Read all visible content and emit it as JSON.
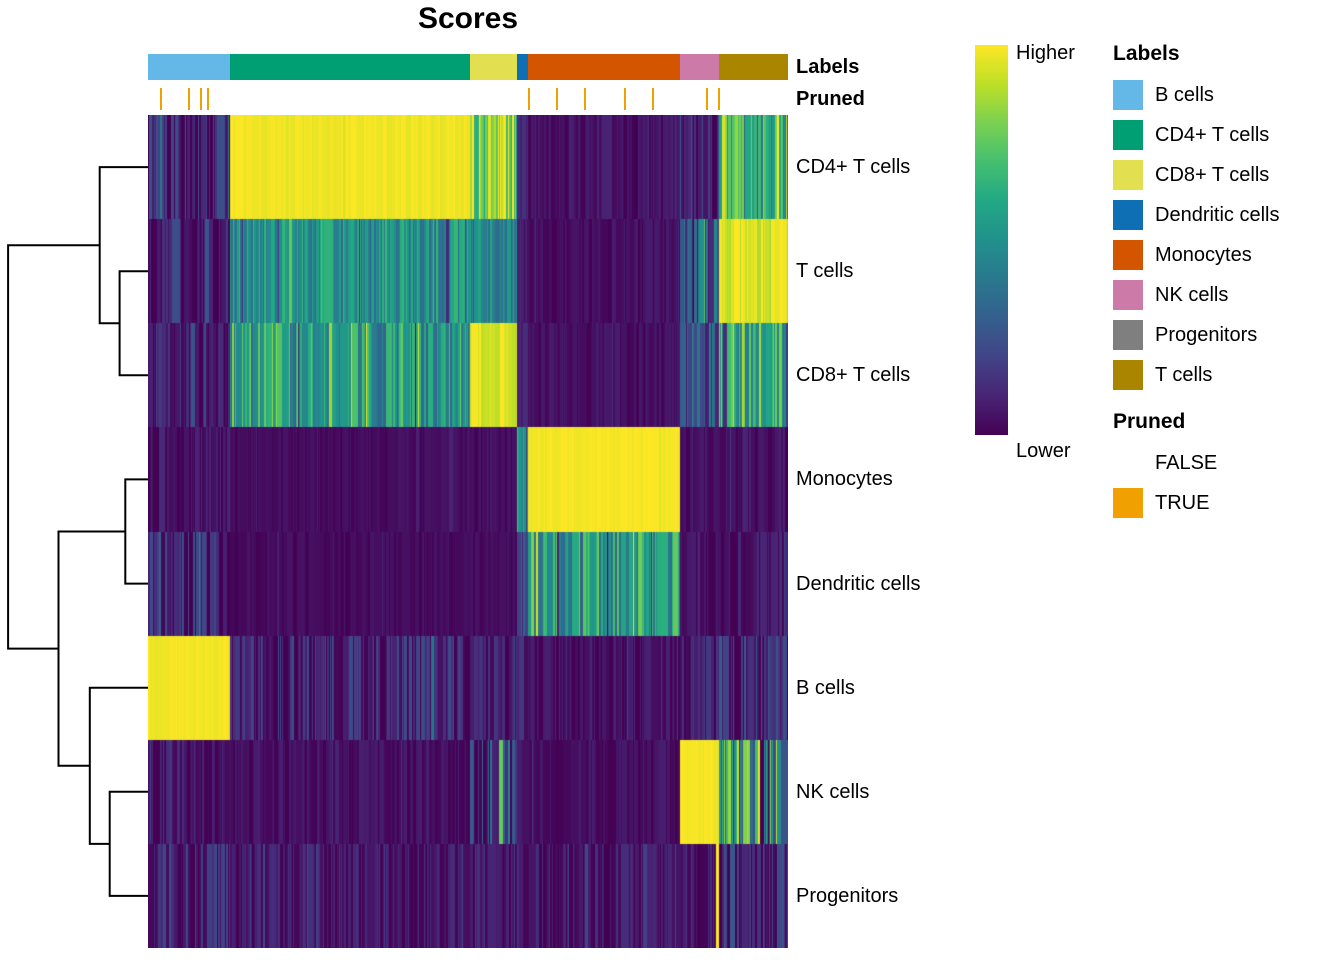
{
  "title": "Scores",
  "annotation": {
    "labels_title": "Labels",
    "pruned_title": "Pruned",
    "pruned_tick_color": "#F0A100",
    "pruned_ticks": [
      0.019,
      0.063,
      0.081,
      0.092,
      0.594,
      0.638,
      0.681,
      0.744,
      0.788,
      0.872,
      0.891
    ]
  },
  "rows": [
    "CD4+ T cells",
    "T cells",
    "CD8+ T cells",
    "Monocytes",
    "Dendritic cells",
    "B cells",
    "NK cells",
    "Progenitors"
  ],
  "chart_data": {
    "type": "heatmap",
    "title": "Scores",
    "rows": [
      "CD4+ T cells",
      "T cells",
      "CD8+ T cells",
      "Monocytes",
      "Dendritic cells",
      "B cells",
      "NK cells",
      "Progenitors"
    ],
    "column_groups": [
      {
        "label": "B cells",
        "color": "#63B8E8",
        "fraction": 0.128
      },
      {
        "label": "CD4+ T cells",
        "color": "#009E73",
        "fraction": 0.375
      },
      {
        "label": "CD8+ T cells",
        "color": "#E2E051",
        "fraction": 0.073
      },
      {
        "label": "Dendritic cells",
        "color": "#0F6FB4",
        "fraction": 0.017
      },
      {
        "label": "Monocytes",
        "color": "#D45500",
        "fraction": 0.238
      },
      {
        "label": "NK cells",
        "color": "#CC7AA8",
        "fraction": 0.061
      },
      {
        "label": "T cells",
        "color": "#AA8600",
        "fraction": 0.108
      }
    ],
    "block_values": [
      [
        0.1,
        0.98,
        0.85,
        0.1,
        0.05,
        0.15,
        0.6
      ],
      [
        0.06,
        0.5,
        0.45,
        0.08,
        0.04,
        0.28,
        0.95
      ],
      [
        0.07,
        0.55,
        0.95,
        0.1,
        0.04,
        0.28,
        0.62
      ],
      [
        0.05,
        0.03,
        0.03,
        0.55,
        0.99,
        0.04,
        0.05
      ],
      [
        0.1,
        0.03,
        0.03,
        0.2,
        0.55,
        0.04,
        0.05
      ],
      [
        0.99,
        0.1,
        0.08,
        0.1,
        0.05,
        0.08,
        0.12
      ],
      [
        0.05,
        0.04,
        0.15,
        0.08,
        0.04,
        0.99,
        0.55
      ],
      [
        0.1,
        0.06,
        0.08,
        0.08,
        0.06,
        0.06,
        0.1
      ]
    ],
    "block_noise": [
      [
        0.15,
        0.02,
        0.25,
        0.06,
        0.05,
        0.2,
        0.35
      ],
      [
        0.1,
        0.18,
        0.15,
        0.05,
        0.04,
        0.22,
        0.08
      ],
      [
        0.12,
        0.25,
        0.06,
        0.05,
        0.04,
        0.2,
        0.3
      ],
      [
        0.08,
        0.03,
        0.03,
        0.2,
        0.02,
        0.04,
        0.06
      ],
      [
        0.18,
        0.03,
        0.03,
        0.18,
        0.25,
        0.04,
        0.08
      ],
      [
        0.02,
        0.15,
        0.1,
        0.08,
        0.07,
        0.1,
        0.18
      ],
      [
        0.08,
        0.05,
        0.28,
        0.06,
        0.05,
        0.02,
        0.4
      ],
      [
        0.15,
        0.08,
        0.1,
        0.06,
        0.08,
        0.08,
        0.2
      ]
    ],
    "special_streaks": [
      {
        "row": 7,
        "x_fraction": 0.889,
        "value": 1.0
      }
    ],
    "colormap_stops": [
      [
        0,
        "#440154"
      ],
      [
        0.1,
        "#482475"
      ],
      [
        0.2,
        "#414487"
      ],
      [
        0.3,
        "#355F8D"
      ],
      [
        0.4,
        "#2A788E"
      ],
      [
        0.5,
        "#21918C"
      ],
      [
        0.6,
        "#22A884"
      ],
      [
        0.7,
        "#44BF70"
      ],
      [
        0.8,
        "#7AD151"
      ],
      [
        0.9,
        "#BDDF26"
      ],
      [
        1,
        "#FDE725"
      ]
    ],
    "scale_high_label": "Higher",
    "scale_low_label": "Lower",
    "legend_position": "right",
    "grid": false
  },
  "legend": {
    "labels_title": "Labels",
    "items": [
      {
        "label": "B cells",
        "color": "#63B8E8"
      },
      {
        "label": "CD4+ T cells",
        "color": "#009E73"
      },
      {
        "label": "CD8+ T cells",
        "color": "#E2E051"
      },
      {
        "label": "Dendritic cells",
        "color": "#0F6FB4"
      },
      {
        "label": "Monocytes",
        "color": "#D45500"
      },
      {
        "label": "NK cells",
        "color": "#CC7AA8"
      },
      {
        "label": "Progenitors",
        "color": "#7F7F7F"
      },
      {
        "label": "T cells",
        "color": "#AA8600"
      }
    ],
    "pruned_title": "Pruned",
    "pruned_items": [
      {
        "label": "FALSE",
        "color": "#FFFFFF"
      },
      {
        "label": "TRUE",
        "color": "#F0A100"
      }
    ]
  },
  "dendrogram": {
    "merges": [
      {
        "a": 1,
        "b": 2,
        "x": 0.2
      },
      {
        "a": 0,
        "b": "m0",
        "x": 0.34
      },
      {
        "a": 3,
        "b": 4,
        "x": 0.16
      },
      {
        "a": 6,
        "b": 7,
        "x": 0.27
      },
      {
        "a": 5,
        "b": "m3",
        "x": 0.41
      },
      {
        "a": "m2",
        "b": "m4",
        "x": 0.63
      },
      {
        "a": "m1",
        "b": "m5",
        "x": 0.985
      }
    ]
  }
}
